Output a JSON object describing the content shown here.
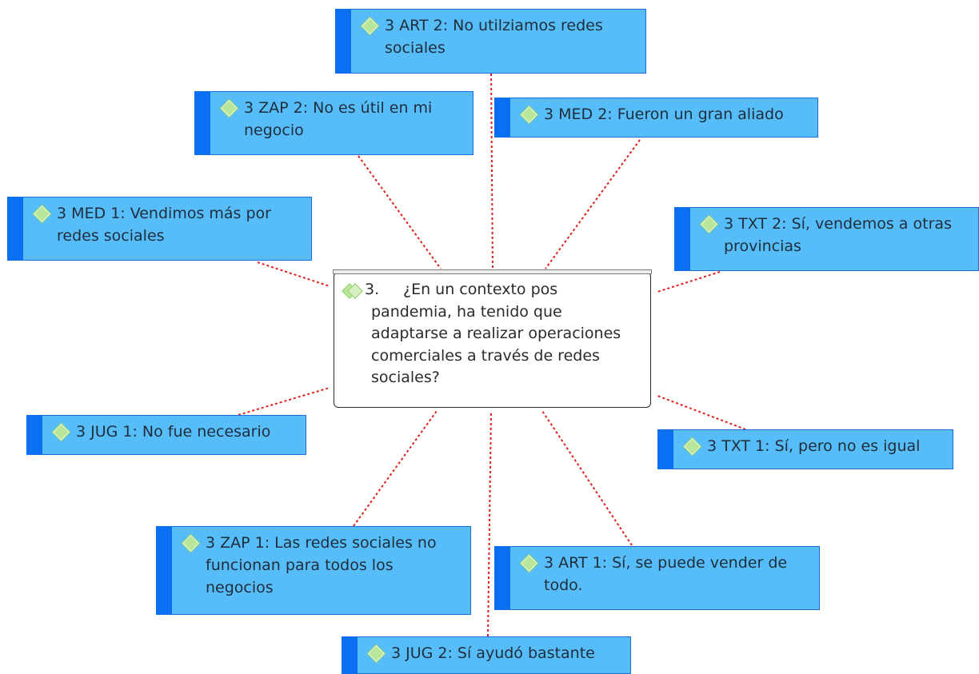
{
  "center": {
    "number": "3.",
    "text": "¿En un contexto pos pandemia, ha tenido que adaptarse a realizar operaciones comerciales a través de redes sociales?"
  },
  "codes": {
    "art2": "3 ART 2: No utilziamos redes sociales",
    "zap2": "3 ZAP 2: No es útil en mi negocio",
    "med2": "3 MED 2: Fueron un gran aliado",
    "med1": "3 MED 1: Vendimos más por redes sociales",
    "txt2": "3 TXT 2: Sí, vendemos a otras provincias",
    "jug1": "3 JUG 1: No fue necesario",
    "txt1": "3 TXT 1: Sí, pero no es igual",
    "zap1": "3 ZAP 1: Las redes sociales no funcionan para todos los negocios",
    "art1": "3 ART 1: Sí, se puede vender de todo.",
    "jug2": "3 JUG 2: Sí ayudó bastante"
  },
  "colors": {
    "node_fill": "#57bdf8",
    "node_stripe": "#0a6ff2",
    "connector": "#e0201b",
    "diamond": "#b8e59a"
  },
  "icons": {
    "code": "diamond-icon",
    "question": "double-diamond-icon"
  }
}
